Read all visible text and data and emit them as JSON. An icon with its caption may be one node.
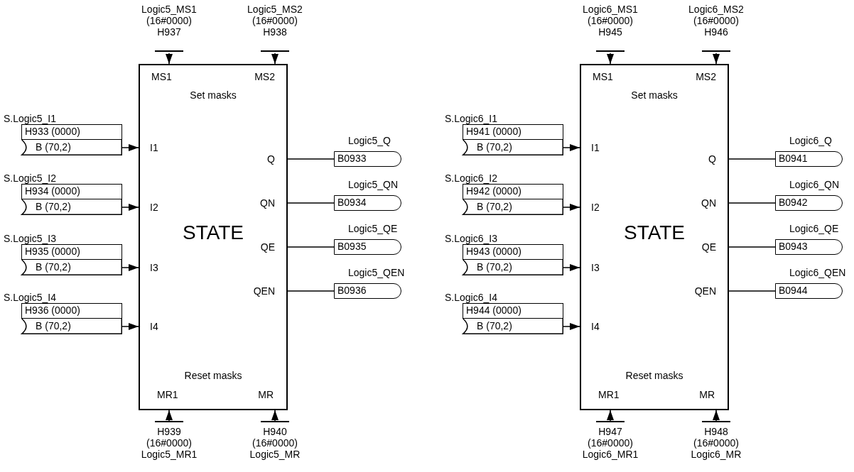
{
  "diagram": {
    "nodes": [
      {
        "text": [
          "Logic5_MS1",
          "(16#0000)",
          "H937"
        ]
      },
      {
        "text": [
          "Logic5_MS2",
          "(16#0000)",
          "H938"
        ]
      },
      {
        "text": [
          "MS1",
          "MS2",
          "Set masks",
          "I1",
          "Q",
          "I2",
          "QN",
          "STATE",
          "QE",
          "I3",
          "QEN",
          "I4",
          "Reset masks",
          "MR1",
          "MR"
        ]
      },
      {
        "text": [
          "S.Logic5_I1",
          "H933 (0000)",
          "B (70,2)"
        ]
      },
      {
        "text": [
          "S.Logic5_I2",
          "H934 (0000)",
          "B (70,2)"
        ]
      },
      {
        "text": [
          "S.Logic5_I3",
          "H935 (0000)",
          "B (70,2)"
        ]
      },
      {
        "text": [
          "S.Logic5_I4",
          "H936 (0000)",
          "B (70,2)"
        ]
      },
      {
        "text": [
          "Logic5_Q",
          "B0933"
        ]
      },
      {
        "text": [
          "Logic5_QN",
          "B0934"
        ]
      },
      {
        "text": [
          "Logic5_QE",
          "B0935"
        ]
      },
      {
        "text": [
          "Logic5_QEN",
          "B0936"
        ]
      },
      {
        "text": [
          "H939",
          "(16#0000)",
          "Logic5_MR1"
        ]
      },
      {
        "text": [
          "H940",
          "(16#0000)",
          "Logic5_MR"
        ]
      },
      {
        "text": [
          "Logic6_MS1",
          "(16#0000)",
          "H945"
        ]
      },
      {
        "text": [
          "Logic6_MS2",
          "(16#0000)",
          "H946"
        ]
      },
      {
        "text": [
          "MS1",
          "MS2",
          "Set masks",
          "I1",
          "Q",
          "I2",
          "QN",
          "STATE",
          "QE",
          "I3",
          "QEN",
          "I4",
          "Reset masks",
          "MR1",
          "MR"
        ]
      },
      {
        "text": [
          "S.Logic6_I1",
          "H941 (0000)",
          "B (70,2)"
        ]
      },
      {
        "text": [
          "S.Logic6_I2",
          "H942 (0000)",
          "B (70,2)"
        ]
      },
      {
        "text": [
          "S.Logic6_I3",
          "H943 (0000)",
          "B (70,2)"
        ]
      },
      {
        "text": [
          "S.Logic6_I4",
          "H944 (0000)",
          "B (70,2)"
        ]
      },
      {
        "text": [
          "Logic6_Q",
          "B0941"
        ]
      },
      {
        "text": [
          "Logic6_QN",
          "B0942"
        ]
      },
      {
        "text": [
          "Logic6_QE",
          "B0943"
        ]
      },
      {
        "text": [
          "Logic6_QEN",
          "B0944"
        ]
      },
      {
        "text": [
          "H947",
          "(16#0000)",
          "Logic6_MR1"
        ]
      },
      {
        "text": [
          "H948",
          "(16#0000)",
          "Logic6_MR"
        ]
      }
    ],
    "edges": [
      {
        "from": 0,
        "to": 2,
        "arrow": "to"
      },
      {
        "from": 1,
        "to": 2,
        "arrow": "to"
      },
      {
        "from": 3,
        "to": 2,
        "arrow": "to"
      },
      {
        "from": 4,
        "to": 2,
        "arrow": "to"
      },
      {
        "from": 5,
        "to": 2,
        "arrow": "to"
      },
      {
        "from": 6,
        "to": 2,
        "arrow": "to"
      },
      {
        "from": 2,
        "to": 7,
        "arrow": "none"
      },
      {
        "from": 2,
        "to": 8,
        "arrow": "none"
      },
      {
        "from": 2,
        "to": 9,
        "arrow": "none"
      },
      {
        "from": 2,
        "to": 10,
        "arrow": "none"
      },
      {
        "from": 11,
        "to": 2,
        "arrow": "to"
      },
      {
        "from": 12,
        "to": 2,
        "arrow": "to"
      },
      {
        "from": 13,
        "to": 15,
        "arrow": "to"
      },
      {
        "from": 14,
        "to": 15,
        "arrow": "to"
      },
      {
        "from": 16,
        "to": 15,
        "arrow": "to"
      },
      {
        "from": 17,
        "to": 15,
        "arrow": "to"
      },
      {
        "from": 18,
        "to": 15,
        "arrow": "to"
      },
      {
        "from": 19,
        "to": 15,
        "arrow": "to"
      },
      {
        "from": 15,
        "to": 20,
        "arrow": "none"
      },
      {
        "from": 15,
        "to": 21,
        "arrow": "none"
      },
      {
        "from": 15,
        "to": 22,
        "arrow": "none"
      },
      {
        "from": 15,
        "to": 23,
        "arrow": "none"
      },
      {
        "from": 24,
        "to": 15,
        "arrow": "to"
      },
      {
        "from": 25,
        "to": 15,
        "arrow": "to"
      }
    ]
  }
}
